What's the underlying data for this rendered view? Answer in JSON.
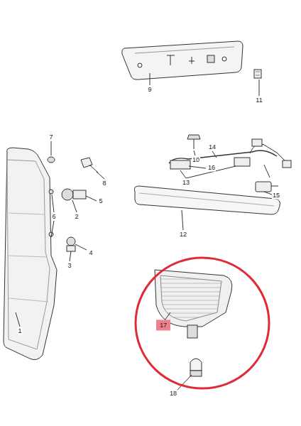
{
  "diagram": {
    "labels": [
      "9",
      "11",
      "10",
      "7",
      "14",
      "8",
      "16",
      "13",
      "5",
      "2",
      "6",
      "15",
      "4",
      "3",
      "12",
      "1",
      "17",
      "18"
    ]
  }
}
